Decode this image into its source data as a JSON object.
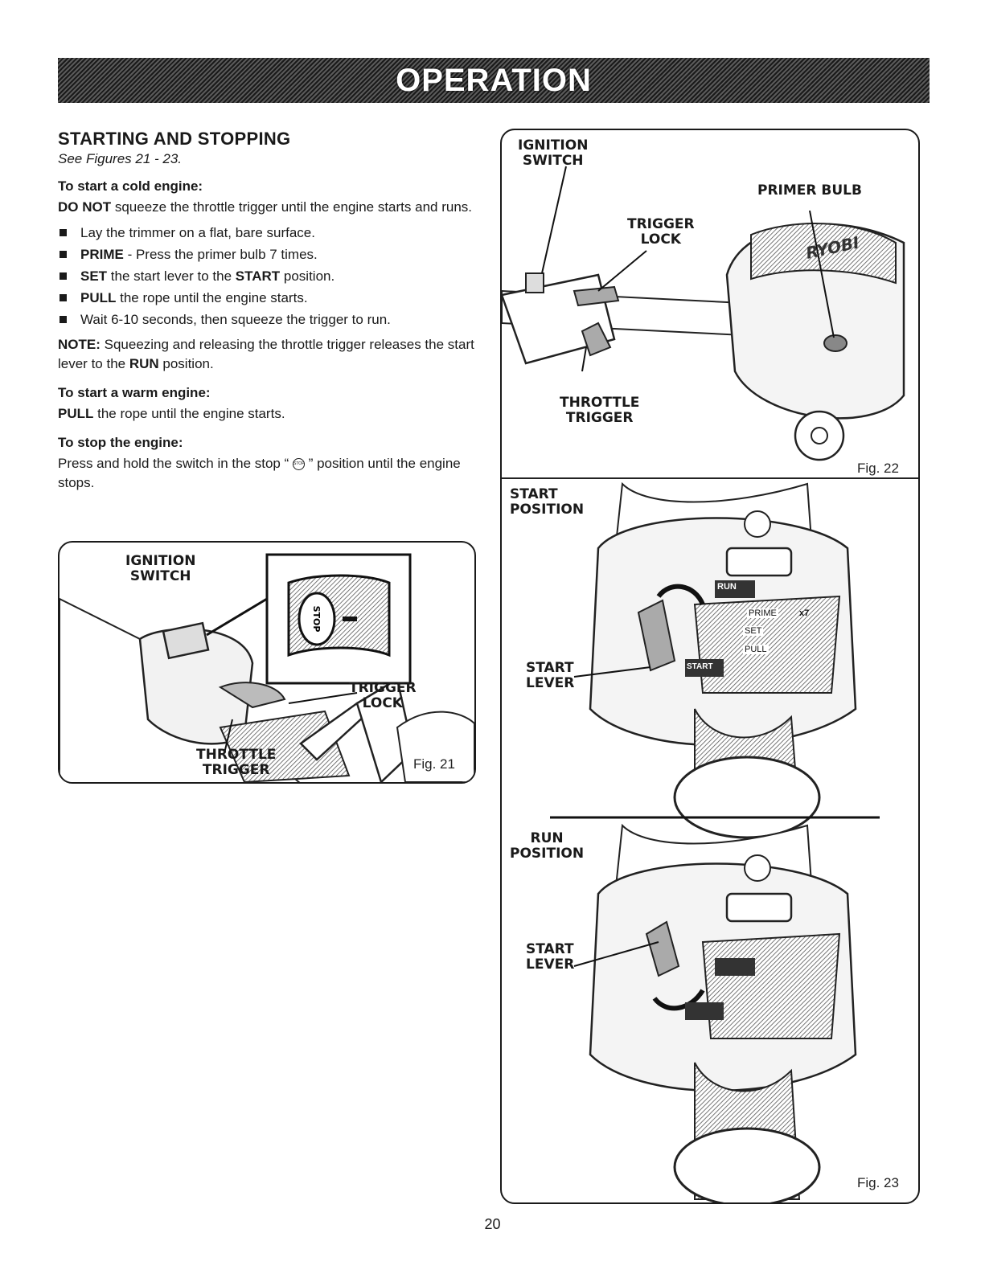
{
  "banner": {
    "title": "OPERATION"
  },
  "section": {
    "heading": "STARTING AND STOPPING",
    "see_figures": "See Figures 21 - 23.",
    "cold": {
      "heading": "To start a cold engine:",
      "warn_bold": "DO NOT",
      "warn_text": " squeeze the throttle trigger until the engine starts and runs.",
      "steps": [
        {
          "bold": "",
          "text": "Lay the trimmer on a flat, bare surface."
        },
        {
          "bold": "PRIME",
          "text": " - Press the primer bulb 7 times."
        },
        {
          "bold": "SET",
          "text": " the start lever to the ",
          "bold2": "START",
          "text2": " position."
        },
        {
          "bold": "PULL",
          "text": " the rope until the engine starts."
        },
        {
          "bold": "",
          "text": "Wait 6-10 seconds, then squeeze the trigger to run."
        }
      ],
      "note_bold": "NOTE:",
      "note_text": " Squeezing and releasing the throttle trigger releases the start lever to the ",
      "note_bold2": "RUN",
      "note_text2": " position."
    },
    "warm": {
      "heading": "To start a warm engine:",
      "bold": "PULL",
      "text": " the rope until the engine starts."
    },
    "stop": {
      "heading": "To stop the engine:",
      "text_before": "Press and hold the switch in the stop “ ",
      "stop_symbol": "STOP",
      "text_after": " ” position until the engine stops."
    }
  },
  "fig21": {
    "label": "Fig. 21",
    "callouts": {
      "ignition_switch": "IGNITION\nSWITCH",
      "trigger_lock": "TRIGGER\nLOCK",
      "throttle_trigger": "THROTTLE\nTRIGGER"
    },
    "switch_symbol": "STOP"
  },
  "fig22": {
    "label": "Fig. 22",
    "callouts": {
      "ignition_switch": "IGNITION\nSWITCH",
      "primer_bulb": "PRIMER BULB",
      "trigger_lock": "TRIGGER\nLOCK",
      "throttle_trigger": "THROTTLE\nTRIGGER"
    },
    "brand": "RYOBI"
  },
  "fig23": {
    "label": "Fig. 23",
    "top": {
      "position": "START\nPOSITION",
      "lever": "START\nLEVER"
    },
    "bottom": {
      "position": "RUN\nPOSITION",
      "lever": "START\nLEVER"
    },
    "decal": {
      "run": "RUN",
      "start": "START",
      "prime": "PRIME",
      "set": "SET",
      "pull": "PULL",
      "count": "x7"
    }
  },
  "page_number": "20"
}
